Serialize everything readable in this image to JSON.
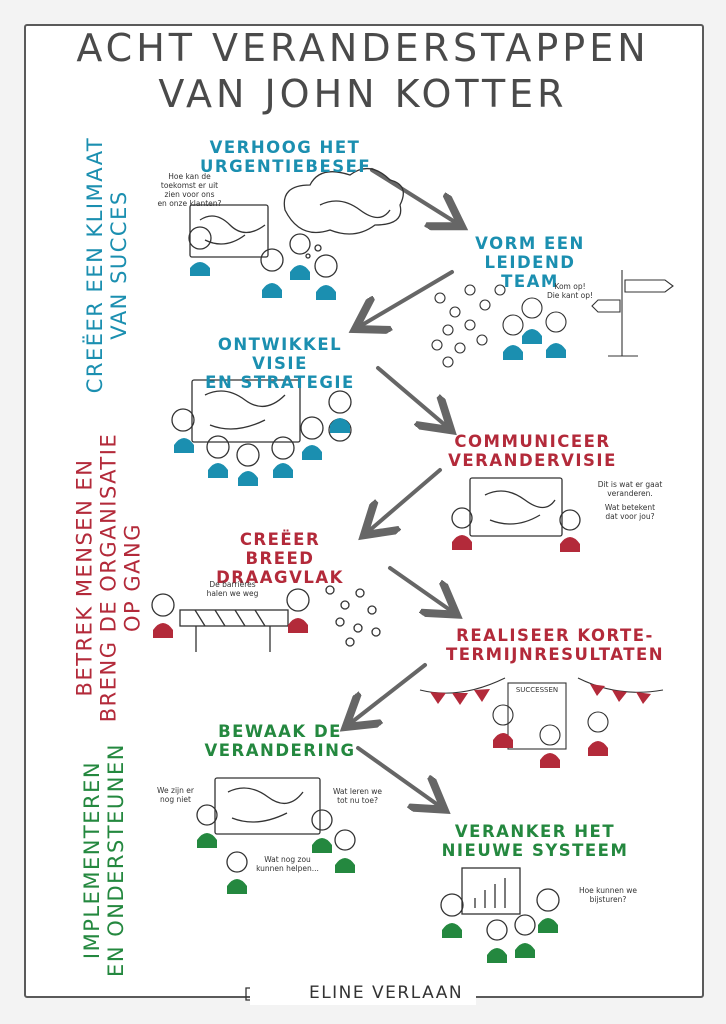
{
  "title": {
    "line1": "ACHT VERANDERSTAPPEN",
    "line2": "VAN JOHN KOTTER"
  },
  "phases": [
    {
      "label": "CREËER EEN KLIMAAT\nVAN SUCCES",
      "color": "#1b8fb0"
    },
    {
      "label": "BETREK MENSEN EN\nBRENG DE ORGANISATIE\nOP GANG",
      "color": "#b32a3a"
    },
    {
      "label": "IMPLEMENTEREN\nEN ONDERSTEUNEN",
      "color": "#24883f"
    }
  ],
  "steps": [
    {
      "label": "VERHOOG HET\nURGENTIEBESEF",
      "color": "#1b8fb0"
    },
    {
      "label": "VORM EEN\nLEIDEND TEAM",
      "color": "#1b8fb0"
    },
    {
      "label": "ONTWIKKEL VISIE\nEN STRATEGIE",
      "color": "#1b8fb0"
    },
    {
      "label": "COMMUNICEER\nVERANDERVISIE",
      "color": "#b32a3a"
    },
    {
      "label": "CREËER\nBREED DRAAGVLAK",
      "color": "#b32a3a"
    },
    {
      "label": "REALISEER KORTE-\nTERMIJNRESULTATEN",
      "color": "#b32a3a"
    },
    {
      "label": "BEWAAK DE\nVERANDERING",
      "color": "#24883f"
    },
    {
      "label": "VERANKER HET\nNIEUWE SYSTEEM",
      "color": "#24883f"
    }
  ],
  "speech": {
    "s1": "Hoe kan de\ntoekomst er uit\nzien voor ons\nen onze klanten?",
    "s2": "Kom op!\nDie kant op!",
    "s4a": "Dit is wat er gaat\nveranderen.",
    "s4b": "Wat betekent\ndat voor jou?",
    "s5": "De barrières\nhalen we weg",
    "s6": "SUCCESSEN",
    "s7a": "We zijn er\nnog niet",
    "s7b": "Wat leren we\ntot nu toe?",
    "s7c": "Wat nog zou\nkunnen helpen...",
    "s8": "Hoe kunnen we\nbijsturen?"
  },
  "footer": {
    "author": "ELINE VERLAAN"
  },
  "colors": {
    "blue": "#1b8fb0",
    "red": "#b32a3a",
    "green": "#24883f",
    "ink": "#333333",
    "arrow": "#666666"
  }
}
